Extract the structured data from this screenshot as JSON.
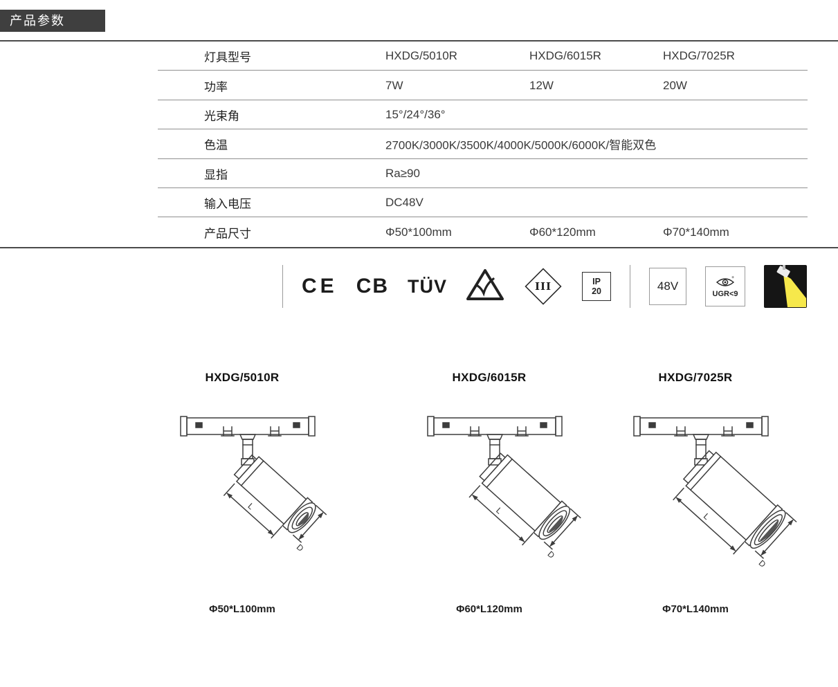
{
  "badge": {
    "label": "产品参数"
  },
  "spec_table": {
    "rows": [
      {
        "label": "灯具型号",
        "v1": "HXDG/5010R",
        "v2": "HXDG/6015R",
        "v3": "HXDG/7025R"
      },
      {
        "label": "功率",
        "v1": "7W",
        "v2": "12W",
        "v3": "20W"
      },
      {
        "label": "光束角",
        "v1": "15°/24°/36°"
      },
      {
        "label": "色温",
        "v1": "2700K/3000K/3500K/4000K/5000K/6000K/智能双色"
      },
      {
        "label": "显指",
        "v1": "Ra≥90"
      },
      {
        "label": "输入电压",
        "v1": "DC48V"
      },
      {
        "label": "产品尺寸",
        "v1": "Φ50*100mm",
        "v2": "Φ60*120mm",
        "v3": "Φ70*140mm"
      }
    ]
  },
  "certifications": {
    "ce": "CE",
    "cb": "CB",
    "tuv": "TÜV",
    "class_iii": "III",
    "ip_top": "IP",
    "ip_bottom": "20",
    "voltage": "48V",
    "ugr": "UGR<9"
  },
  "products": [
    {
      "model": "HXDG/5010R",
      "size": "Φ50*L100mm"
    },
    {
      "model": "HXDG/6015R",
      "size": "Φ60*L120mm"
    },
    {
      "model": "HXDG/7025R",
      "size": "Φ70*L140mm"
    }
  ],
  "colors": {
    "badge_bg": "#3f3f3f",
    "line_dark": "#4a4a4a",
    "line_light": "#9a9a9a",
    "beam_yellow": "#f6e84b",
    "tile_black": "#151515"
  }
}
